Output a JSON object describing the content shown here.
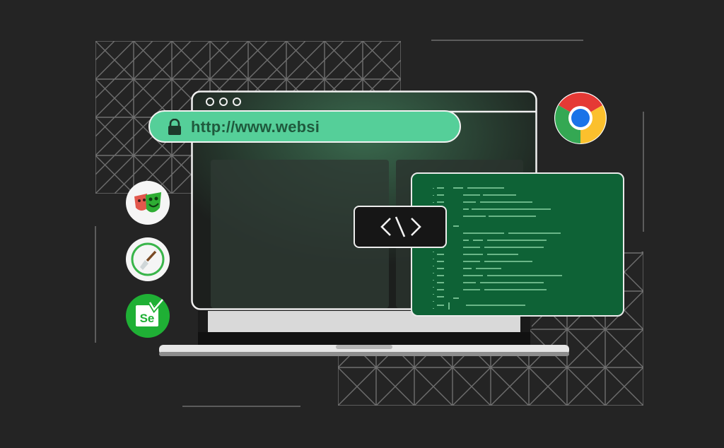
{
  "browser": {
    "url": "http://www.websi",
    "lock_icon": "lock-icon",
    "window_dots": [
      "dot",
      "dot",
      "dot"
    ]
  },
  "icons": {
    "chrome": "chrome-icon",
    "playwright": "playwright-icon",
    "puppeteer": "puppeteer-icon",
    "selenium": "selenium-icon",
    "code": "code-icon"
  },
  "selenium_label": "Se",
  "colors": {
    "background": "#242424",
    "accent": "#55cf99",
    "code_panel": "#0e6236",
    "selenium": "#1fb035"
  }
}
